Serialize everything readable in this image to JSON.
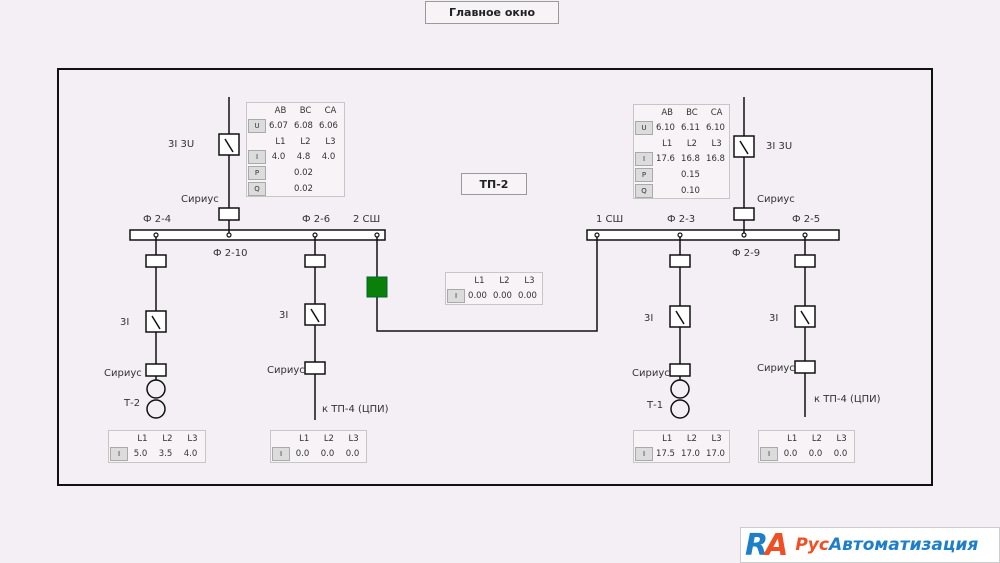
{
  "header": {
    "main_window_button": "Главное окно"
  },
  "substation": {
    "title": "ТП-2"
  },
  "left": {
    "incomer": {
      "protection": "3I 3U",
      "relay": "Сириус",
      "table": {
        "u_key": "U",
        "u_headers": [
          "AB",
          "BC",
          "CA"
        ],
        "u_values": [
          "6.07",
          "6.08",
          "6.06"
        ],
        "i_key": "I",
        "i_headers": [
          "L1",
          "L2",
          "L3"
        ],
        "i_values": [
          "4.0",
          "4.8",
          "4.0"
        ],
        "p_key": "P",
        "p_value": "0.02",
        "q_key": "Q",
        "q_value": "0.02"
      }
    },
    "bus_label": "2 СШ",
    "feeder_labels": {
      "f24": "Ф 2-4",
      "f210": "Ф 2-10",
      "f26": "Ф 2-6"
    },
    "feeder_24": {
      "protection": "3I",
      "relay": "Сириус",
      "load": "Т-2",
      "table": {
        "key": "I",
        "headers": [
          "L1",
          "L2",
          "L3"
        ],
        "values": [
          "5.0",
          "3.5",
          "4.0"
        ]
      }
    },
    "feeder_26": {
      "protection": "3I",
      "relay": "Сириус",
      "load": "к ТП-4 (ЦПИ)",
      "table": {
        "key": "I",
        "headers": [
          "L1",
          "L2",
          "L3"
        ],
        "values": [
          "0.0",
          "0.0",
          "0.0"
        ]
      }
    }
  },
  "right": {
    "incomer": {
      "protection": "3I 3U",
      "relay": "Сириус",
      "table": {
        "u_key": "U",
        "u_headers": [
          "AB",
          "BC",
          "CA"
        ],
        "u_values": [
          "6.10",
          "6.11",
          "6.10"
        ],
        "i_key": "I",
        "i_headers": [
          "L1",
          "L2",
          "L3"
        ],
        "i_values": [
          "17.6",
          "16.8",
          "16.8"
        ],
        "p_key": "P",
        "p_value": "0.15",
        "q_key": "Q",
        "q_value": "0.10"
      }
    },
    "bus_label": "1 СШ",
    "feeder_labels": {
      "f23": "Ф 2-3",
      "f29": "Ф 2-9",
      "f25": "Ф 2-5"
    },
    "feeder_23": {
      "protection": "3I",
      "relay": "Сириус",
      "load": "Т-1",
      "table": {
        "key": "I",
        "headers": [
          "L1",
          "L2",
          "L3"
        ],
        "values": [
          "17.5",
          "17.0",
          "17.0"
        ]
      }
    },
    "feeder_25": {
      "protection": "3I",
      "relay": "Сириус",
      "load": "к ТП-4 (ЦПИ)",
      "table": {
        "key": "I",
        "headers": [
          "L1",
          "L2",
          "L3"
        ],
        "values": [
          "0.0",
          "0.0",
          "0.0"
        ]
      }
    }
  },
  "sectional": {
    "state_color": "#0a7f0a",
    "table": {
      "key": "I",
      "headers": [
        "L1",
        "L2",
        "L3"
      ],
      "values": [
        "0.00",
        "0.00",
        "0.00"
      ]
    }
  },
  "logo": {
    "mark_r": "R",
    "mark_a": "A",
    "text_part1": "Рус",
    "text_part2": "Автоматизация"
  }
}
